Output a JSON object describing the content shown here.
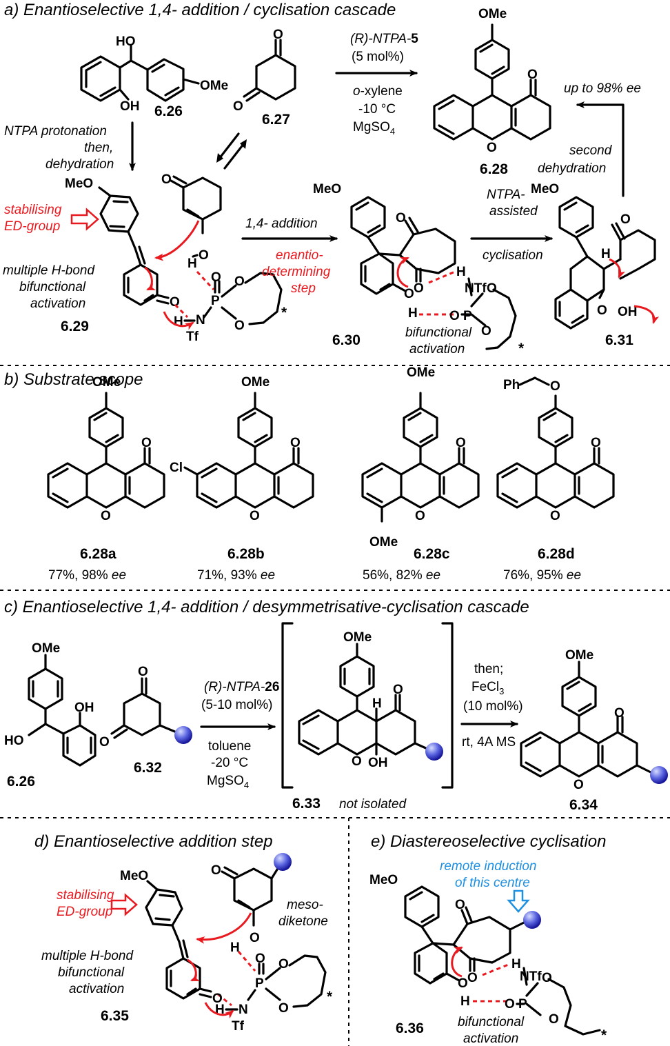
{
  "sections": {
    "a_title": "a) Enantioselective 1,4- addition / cyclisation cascade",
    "b_title": "b) Substrate scope",
    "c_title": "c) Enantioselective 1,4- addition / desymmetrisative-cyclisation cascade",
    "d_title": "d) Enantioselective addition step",
    "e_title": "e) Diastereoselective cyclisation"
  },
  "compounds": {
    "c626": "6.26",
    "c627": "6.27",
    "c628": "6.28",
    "c629": "6.29",
    "c630": "6.30",
    "c631": "6.31",
    "c632": "6.32",
    "c633": "6.33",
    "c634": "6.34",
    "c635": "6.35",
    "c636": "6.36"
  },
  "atoms": {
    "HO": "HO",
    "OH": "OH",
    "OMe": "OMe",
    "MeO": "MeO",
    "O": "O",
    "H": "H",
    "N": "N",
    "P": "P",
    "Tf": "Tf",
    "NTf": "NTf",
    "Cl": "Cl",
    "Ph": "Ph",
    "star": "*"
  },
  "conditions_a": {
    "cat_prefix": "(R)-NTPA-",
    "cat_num": "5",
    "loading": "(5 mol%)",
    "solvent_o": "o",
    "solvent_rest": "-xylene",
    "temp": "-10 °C",
    "drying": "MgSO",
    "drying_sub": "4"
  },
  "annotations_a": {
    "ntpa_protonation": "NTPA protonation",
    "then": "then,",
    "dehydration": "dehydration",
    "up_to": "up to 98% ",
    "ee": "ee",
    "second": "second",
    "second_dehydration": "dehydration",
    "stabilising": "stabilising",
    "ed_group": "ED-group",
    "multiple_h_bond": "multiple H-bond",
    "bifunctional": "bifunctional",
    "activation": "activation",
    "addition_14": "1,4- addition",
    "enantio": "enantio-",
    "determining": "determining",
    "step": "step",
    "ntpa_dash": "NTPA-",
    "assisted": "assisted",
    "cyclisation": "cyclisation",
    "bifunctional_activation_1": "bifunctional",
    "bifunctional_activation_2": "activation"
  },
  "scope": [
    {
      "id": "6.28a",
      "yield": "77%, 98% ",
      "ee": "ee"
    },
    {
      "id": "6.28b",
      "yield": "71%, 93% ",
      "ee": "ee"
    },
    {
      "id": "6.28c",
      "yield": "56%, 82% ",
      "ee": "ee"
    },
    {
      "id": "6.28d",
      "yield": "76%, 95% ",
      "ee": "ee"
    }
  ],
  "conditions_c": {
    "cat_prefix": "(R)-NTPA-",
    "cat_num": "26",
    "loading": "(5-10 mol%)",
    "solvent": "toluene",
    "temp": "-20 °C",
    "drying": "MgSO",
    "drying_sub": "4",
    "then": "then;",
    "fecl3": "FeCl",
    "fecl3_sub": "3",
    "fe_loading": "(10 mol%)",
    "rt": "rt, 4A MS",
    "not_isolated": "not isolated"
  },
  "annotations_d": {
    "meso": "meso-",
    "diketone": "diketone"
  },
  "annotations_e": {
    "remote_1": "remote induction",
    "remote_2": "of this centre"
  },
  "colors": {
    "red": "#e8191f",
    "blue": "#1f8fe0",
    "ball_dark": "#1a1aa8",
    "ball_light": "#b9c3ff"
  }
}
